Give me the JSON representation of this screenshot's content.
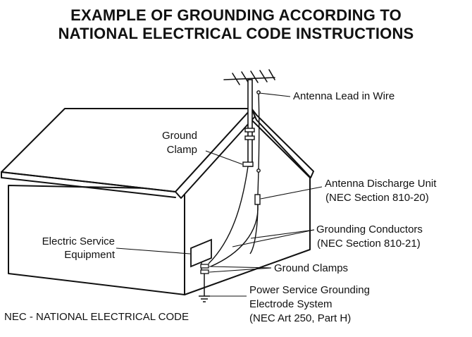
{
  "title": {
    "line1": "EXAMPLE OF GROUNDING ACCORDING TO",
    "line2": "NATIONAL ELECTRICAL CODE INSTRUCTIONS"
  },
  "labels": {
    "antenna_lead": "Antenna Lead in Wire",
    "ground_clamp_1": "Ground",
    "ground_clamp_2": "Clamp",
    "discharge_unit_1": "Antenna Discharge Unit",
    "discharge_unit_2": "(NEC Section 810-20)",
    "electric_service_1": "Electric Service",
    "electric_service_2": "Equipment",
    "grounding_conductors_1": "Grounding Conductors",
    "grounding_conductors_2": "(NEC Section 810-21)",
    "ground_clamps": "Ground Clamps",
    "power_service_1": "Power Service Grounding",
    "power_service_2": "Electrode System",
    "power_service_3": "(NEC Art 250, Part H)",
    "nec_footnote": "NEC - NATIONAL ELECTRICAL CODE"
  }
}
